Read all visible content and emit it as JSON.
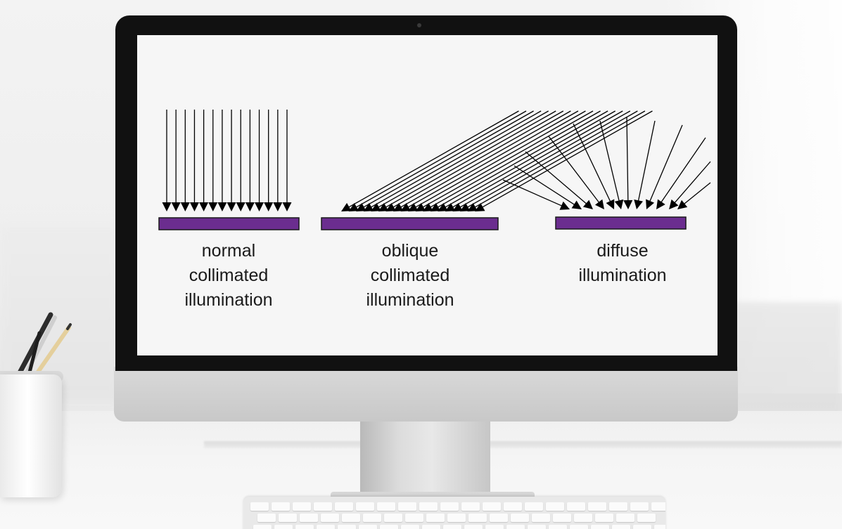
{
  "diagram": {
    "panels": [
      {
        "id": "normal",
        "caption": [
          "normal",
          "collimated",
          "illumination"
        ]
      },
      {
        "id": "oblique",
        "caption": [
          "oblique",
          "collimated",
          "illumination"
        ]
      },
      {
        "id": "diffuse",
        "caption": [
          "diffuse",
          "illumination"
        ]
      }
    ],
    "colors": {
      "substrate": "#6b2d8f",
      "arrow": "#000000",
      "screen_background": "#f6f6f6"
    }
  }
}
